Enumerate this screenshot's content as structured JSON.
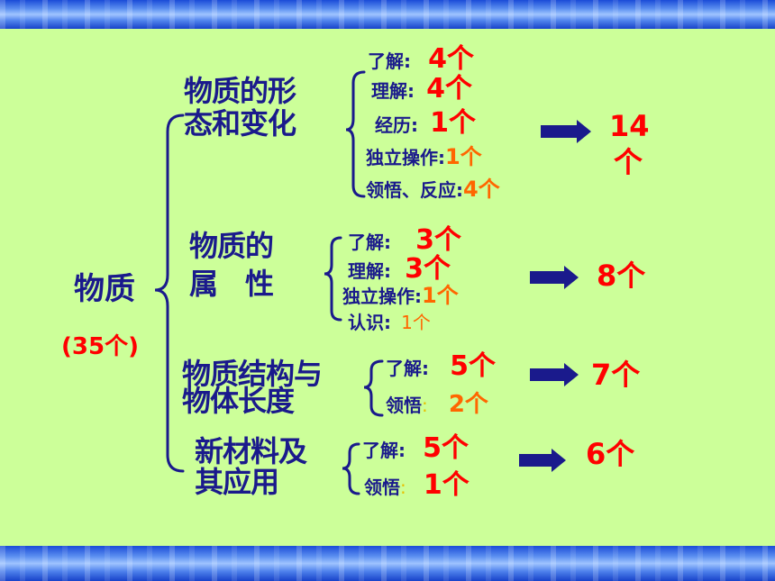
{
  "root": {
    "title": "物质",
    "count": "(35个)"
  },
  "sections": [
    {
      "title_line1": "物质的形",
      "title_line2": "态和变化",
      "items": [
        {
          "label": "了解",
          "sep": ":",
          "value": "4个"
        },
        {
          "label": "理解",
          "sep": ":",
          "value": "4个"
        },
        {
          "label": "经历",
          "sep": ":",
          "value": "1个"
        },
        {
          "label": "独立操作",
          "sep": ":",
          "value": "1个"
        },
        {
          "label": "领悟、反应",
          "sep": ":",
          "value": "4个"
        }
      ],
      "total_line1": "14",
      "total_line2": "个"
    },
    {
      "title_line1": "物质的",
      "title_line2": "属　性",
      "items": [
        {
          "label": "了解",
          "sep": ":",
          "value": "3个"
        },
        {
          "label": "理解",
          "sep": ":",
          "value": "3个"
        },
        {
          "label": "独立操作",
          "sep": ":",
          "value": "1个"
        },
        {
          "label": "认识",
          "sep": ":",
          "value": "1个"
        }
      ],
      "total": "8个"
    },
    {
      "title_line1": "物质结构与",
      "title_line2": "物体长度",
      "items": [
        {
          "label": "了解",
          "sep": ":",
          "value": "5个"
        },
        {
          "label": "领悟",
          "sep": ":",
          "value": "2个"
        }
      ],
      "total": "7个"
    },
    {
      "title_line1": "新材料及",
      "title_line2": "其应用",
      "items": [
        {
          "label": "了解",
          "sep": ":",
          "value": "5个"
        },
        {
          "label": "领悟",
          "sep": ":",
          "value": "1个"
        }
      ],
      "total": "6个"
    }
  ],
  "colors": {
    "background": "#ccff99",
    "heading": "#1a1a8c",
    "value_red": "#ff0000",
    "value_orange": "#ff6600",
    "arrow": "#1a1a8c",
    "band": "#2f63e0"
  }
}
